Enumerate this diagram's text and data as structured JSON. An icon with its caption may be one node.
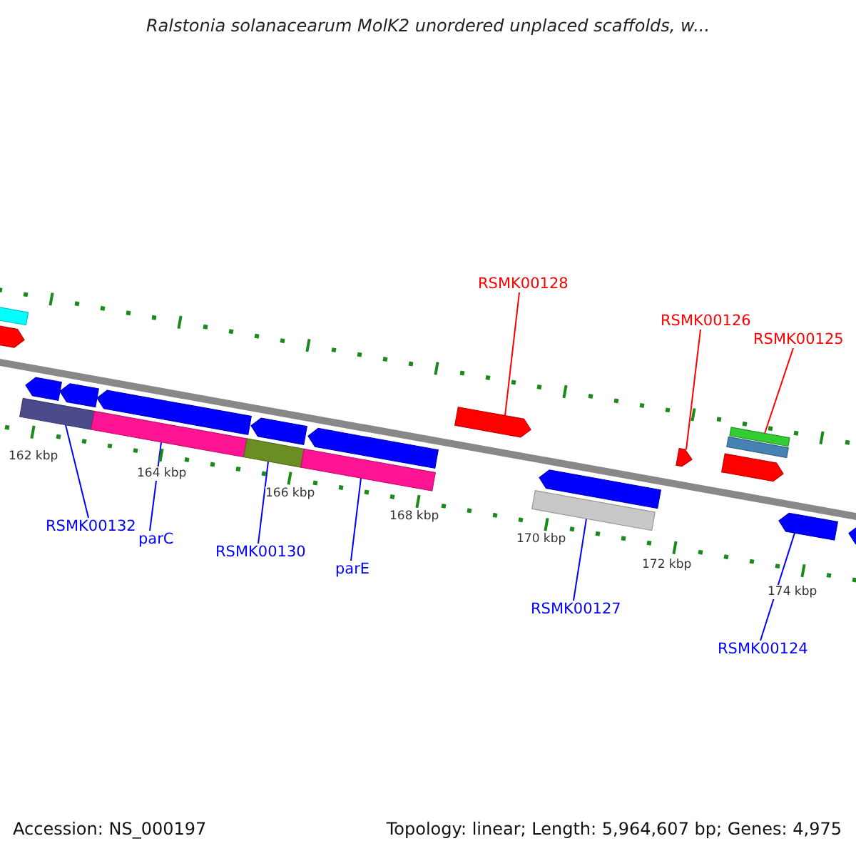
{
  "diagram": {
    "title": "Ralstonia solanacearum MolK2 unordered unplaced scaffolds, w...",
    "nodes": [
      {
        "text": [
          "RSMK00128"
        ]
      },
      {
        "text": [
          "RSMK00126"
        ]
      },
      {
        "text": [
          "RSMK00125"
        ]
      },
      {
        "text": [
          "RSMK00132"
        ]
      },
      {
        "text": [
          "parC"
        ]
      },
      {
        "text": [
          "RSMK00130"
        ]
      },
      {
        "text": [
          "parE"
        ]
      },
      {
        "text": [
          "RSMK00127"
        ]
      },
      {
        "text": [
          "RSMK00124"
        ]
      },
      {
        "text": [],
        "shape": "bar"
      },
      {
        "text": [],
        "shape": "pentagon"
      },
      {
        "text": [],
        "shape": "bar"
      },
      {
        "text": [],
        "shape": "pentagon"
      },
      {
        "text": [],
        "shape": "pentagon"
      },
      {
        "text": [],
        "shape": "bar"
      },
      {
        "text": [],
        "shape": "pentagon"
      },
      {
        "text": [],
        "shape": "bar"
      },
      {
        "text": [],
        "shape": "pentagon"
      },
      {
        "text": [],
        "shape": "bar"
      },
      {
        "text": [],
        "shape": "pentagon"
      },
      {
        "text": [],
        "shape": "pentagon"
      },
      {
        "text": [],
        "shape": "bar"
      },
      {
        "text": [],
        "shape": "pentagon"
      },
      {
        "text": [],
        "shape": "pentagon"
      },
      {
        "text": [],
        "shape": "pentagon"
      },
      {
        "text": [],
        "shape": "bar"
      },
      {
        "text": [],
        "shape": "bar"
      },
      {
        "text": [],
        "shape": "pentagon"
      },
      {
        "text": [],
        "shape": "pentagon"
      }
    ],
    "edges": [
      {
        "from": 0,
        "to": 20,
        "arrow": "none",
        "color": "#ff0000"
      },
      {
        "from": 1,
        "to": 23,
        "arrow": "none",
        "color": "#ff0000"
      },
      {
        "from": 2,
        "to": 26,
        "arrow": "none",
        "color": "#ff0000"
      },
      {
        "from": 3,
        "to": 11,
        "arrow": "none"
      },
      {
        "from": 4,
        "to": 14,
        "arrow": "none"
      },
      {
        "from": 5,
        "to": 16,
        "arrow": "none"
      },
      {
        "from": 6,
        "to": 18,
        "arrow": "none"
      },
      {
        "from": 7,
        "to": 21,
        "arrow": "none"
      },
      {
        "from": 8,
        "to": 27,
        "arrow": "none"
      }
    ],
    "labels": [
      "162 kbp",
      "164 kbp",
      "166 kbp",
      "168 kbp",
      "170 kbp",
      "172 kbp",
      "174 kbp",
      "Accession: NS_000197",
      "Topology: linear; Length: 5,964,607 bp; Genes: 4,975"
    ]
  }
}
